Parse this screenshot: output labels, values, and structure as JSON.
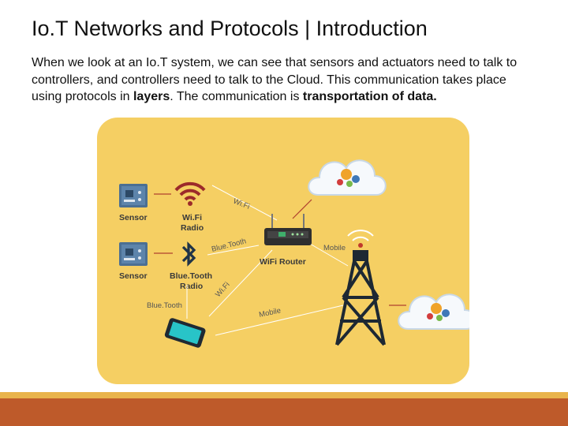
{
  "slide": {
    "title": "Io.T Networks and Protocols | Introduction",
    "body": {
      "p1": "When we look at an Io.T system, we can see that sensors and actuators need to talk to controllers, and controllers need to talk to the Cloud. This communication takes place using protocols in ",
      "b1": "layers",
      "p2": ". The communication is ",
      "b2": "transportation of data",
      "p3": "."
    }
  },
  "diagram": {
    "background_color": "#f5cf63",
    "labels": {
      "sensor1": "Sensor",
      "sensor2": "Sensor",
      "wifi_radio_line1": "Wi.Fi",
      "wifi_radio_line2": "Radio",
      "bt_radio_line1": "Blue.Tooth",
      "bt_radio_line2": "Radio",
      "router": "WiFi Router",
      "link_wifi_top": "Wi.Fi",
      "link_bluetooth_router": "Blue.Tooth",
      "link_wifi_phone": "Wi.Fi",
      "link_bluetooth_phone": "Blue.Tooth",
      "link_mobile_tower": "Mobile",
      "link_mobile_phone": "Mobile"
    },
    "icons": [
      "sensor-board-icon",
      "wifi-signal-icon",
      "bluetooth-icon",
      "router-icon",
      "cloud-gears-icon",
      "cell-tower-icon",
      "smartphone-icon"
    ]
  },
  "footer": {
    "bar_top_color": "#e9b44c",
    "bar_bottom_color": "#be5a2a"
  }
}
